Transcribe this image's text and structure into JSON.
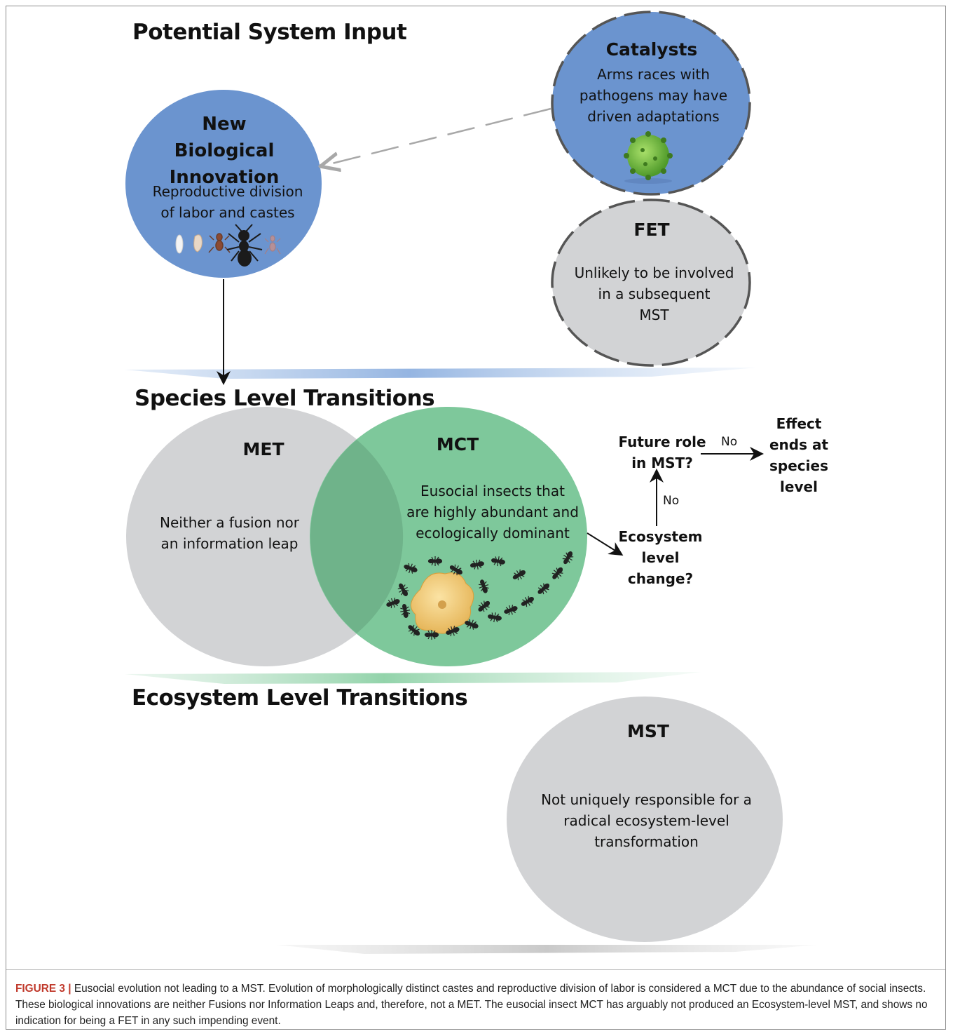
{
  "headings": {
    "input": "Potential System Input",
    "species": "Species Level Transitions",
    "ecosystem": "Ecosystem Level Transitions"
  },
  "innovation": {
    "title_lines": [
      "New",
      "Biological",
      "Innovation"
    ],
    "text_lines": [
      "Reproductive division",
      "of labor and castes"
    ]
  },
  "catalysts": {
    "title": "Catalysts",
    "text_lines": [
      "Arms races with",
      "pathogens may have",
      "driven adaptations"
    ]
  },
  "fet": {
    "title": "FET",
    "text_lines": [
      "Unlikely to be involved",
      "in a subsequent",
      "MST"
    ]
  },
  "met": {
    "title": "MET",
    "text_lines": [
      "Neither a fusion nor",
      "an information leap"
    ]
  },
  "mct": {
    "title": "MCT",
    "text_lines": [
      "Eusocial insects that",
      "are highly abundant and",
      "ecologically dominant"
    ]
  },
  "flow": {
    "ecosystem_q": [
      "Ecosystem",
      "level",
      "change?"
    ],
    "future_q": [
      "Future role",
      "in MST?"
    ],
    "effect": [
      "Effect",
      "ends at",
      "species",
      "level"
    ],
    "no_up": "No",
    "no_right": "No"
  },
  "mst": {
    "title": "MST",
    "text_lines": [
      "Not uniquely responsible for a",
      "radical ecosystem-level",
      "transformation"
    ]
  },
  "caption": {
    "label": "FIGURE 3 |",
    "text": "Eusocial evolution not leading to a MST. Evolution of morphologically distinct castes and reproductive division of labor is considered a MCT due to the abundance of social insects. These biological innovations are neither Fusions nor Information Leaps and, therefore, not a MET. The eusocial insect MCT has arguably not produced an Ecosystem-level MST, and shows no indication for being a FET in any such impending event."
  },
  "colors": {
    "blue_circle": "#6b94cf",
    "gray_circle": "#d2d3d5",
    "green_circle": "#7ec89b",
    "overlap": "#6fb38a",
    "caption_label": "#c0392b"
  }
}
